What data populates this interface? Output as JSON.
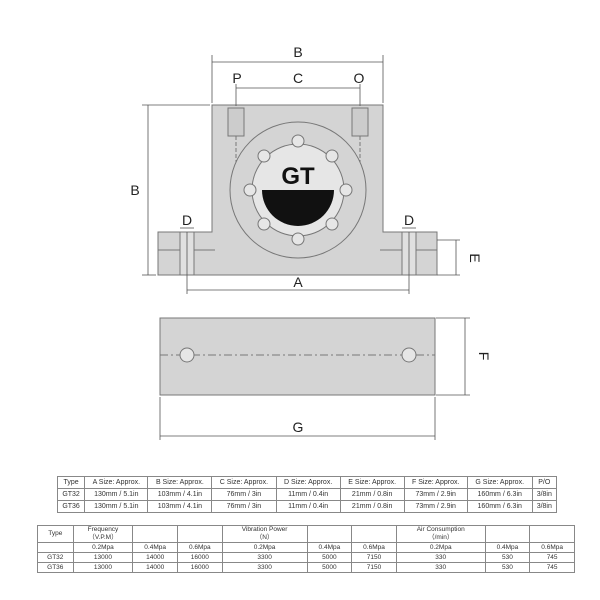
{
  "drawing": {
    "brand": "GT",
    "labels": {
      "A": "A",
      "B": "B",
      "C": "C",
      "D": "D",
      "E": "E",
      "F": "F",
      "G": "G",
      "P": "P",
      "O": "O"
    }
  },
  "size_table": {
    "headers": [
      "Type",
      "A Size: Approx.",
      "B Size: Approx.",
      "C Size: Approx.",
      "D Size: Approx.",
      "E Size: Approx.",
      "F Size: Approx.",
      "G Size: Approx.",
      "P/O"
    ],
    "rows": [
      [
        "GT32",
        "130mm / 5.1in",
        "103mm / 4.1in",
        "76mm / 3in",
        "11mm / 0.4in",
        "21mm / 0.8in",
        "73mm / 2.9in",
        "160mm / 6.3in",
        "3/8in"
      ],
      [
        "GT36",
        "130mm / 5.1in",
        "103mm / 4.1in",
        "76mm / 3in",
        "11mm / 0.4in",
        "21mm / 0.8in",
        "73mm / 2.9in",
        "160mm / 6.3in",
        "3/8in"
      ]
    ]
  },
  "perf_table": {
    "type_label": "Type",
    "groups": [
      {
        "title": "Frequency",
        "unit": "（V.P.M）"
      },
      {
        "title": "Vibration Power",
        "unit": "（N）"
      },
      {
        "title": "Air Consumption",
        "unit": "（/min）"
      }
    ],
    "pressures": [
      "0.2Mpa",
      "0.4Mpa",
      "0.6Mpa",
      "0.2Mpa",
      "0.4Mpa",
      "0.6Mpa",
      "0.2Mpa",
      "0.4Mpa",
      "0.6Mpa"
    ],
    "rows": [
      [
        "GT32",
        "13000",
        "14000",
        "16000",
        "3300",
        "5000",
        "7150",
        "330",
        "530",
        "745"
      ],
      [
        "GT36",
        "13000",
        "14000",
        "16000",
        "3300",
        "5000",
        "7150",
        "330",
        "530",
        "745"
      ]
    ]
  }
}
